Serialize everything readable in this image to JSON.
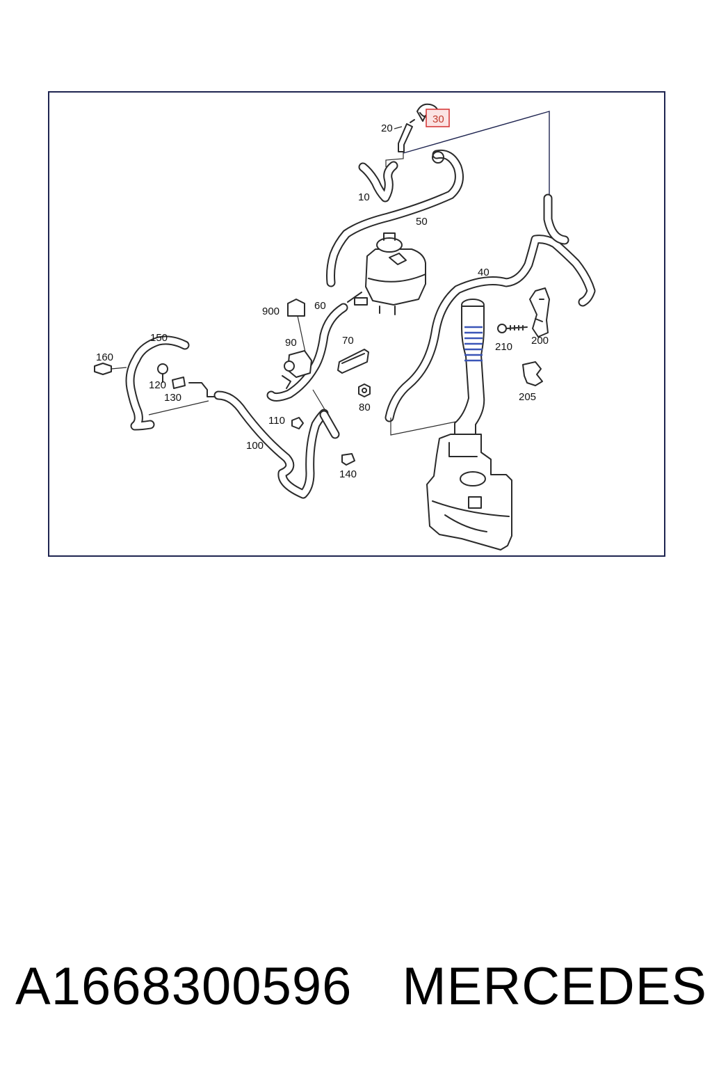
{
  "diagram": {
    "callouts": {
      "c10": "10",
      "c20": "20",
      "c30": "30",
      "c40": "40",
      "c50": "50",
      "c60": "60",
      "c70": "70",
      "c80": "80",
      "c90": "90",
      "c100": "100",
      "c110": "110",
      "c120": "120",
      "c130": "130",
      "c140": "140",
      "c150": "150",
      "c160": "160",
      "c200": "200",
      "c205": "205",
      "c210": "210",
      "c900": "900"
    },
    "highlighted_callout": "30",
    "highlight_color": "#d63a3a",
    "frame_color": "#1e2450"
  },
  "footer": {
    "part_number": "A1668300596",
    "brand": "MERCEDES"
  }
}
